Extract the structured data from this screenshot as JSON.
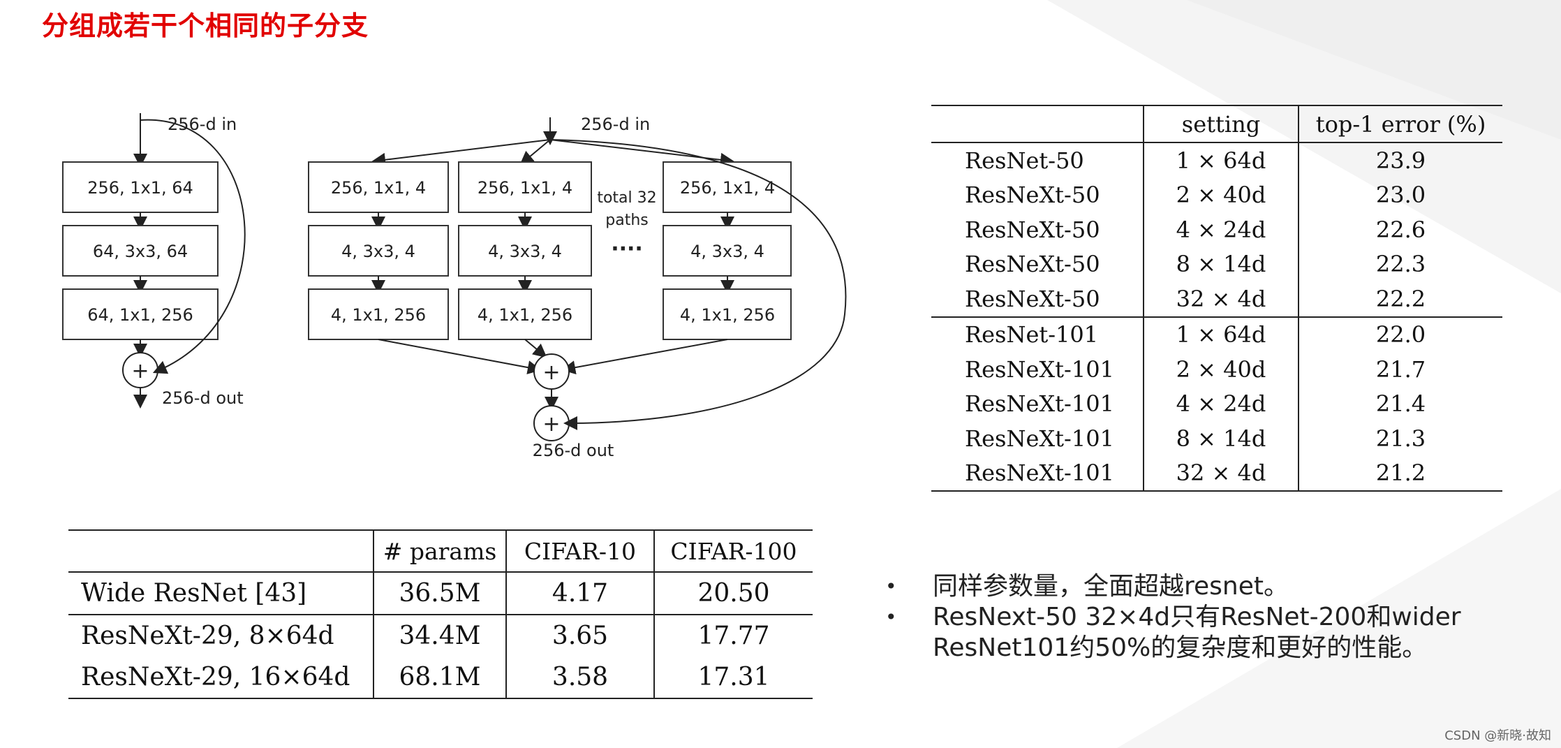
{
  "slide": {
    "title": "分组成若干个相同的子分支",
    "watermark": "CSDN @新晓·故知"
  },
  "diagram_left": {
    "input_label": "256-d in",
    "output_label": "256-d out",
    "blocks": [
      "256, 1x1, 64",
      "64, 3x3, 64",
      "64, 1x1, 256"
    ],
    "plus_symbol": "+"
  },
  "diagram_right": {
    "input_label": "256-d in",
    "output_label": "256-d out",
    "path_blocks": [
      "256, 1x1, 4",
      "4, 3x3, 4",
      "4, 1x1, 256"
    ],
    "paths_note_line1": "total 32",
    "paths_note_line2": "paths",
    "ellipsis": "····",
    "plus_symbol": "+"
  },
  "table_top_right": {
    "headers": [
      "",
      "setting",
      "top-1 error (%)"
    ],
    "rows": [
      {
        "model": "ResNet-50",
        "setting": "1 × 64d",
        "error": "23.9",
        "bold": false
      },
      {
        "model": "ResNeXt-50",
        "setting": "2 × 40d",
        "error": "23.0",
        "bold": false
      },
      {
        "model": "ResNeXt-50",
        "setting": "4 × 24d",
        "error": "22.6",
        "bold": false
      },
      {
        "model": "ResNeXt-50",
        "setting": "8 × 14d",
        "error": "22.3",
        "bold": false
      },
      {
        "model": "ResNeXt-50",
        "setting": "32 × 4d",
        "error": "22.2",
        "bold": true
      },
      {
        "model": "ResNet-101",
        "setting": "1 × 64d",
        "error": "22.0",
        "bold": false
      },
      {
        "model": "ResNeXt-101",
        "setting": "2 × 40d",
        "error": "21.7",
        "bold": false
      },
      {
        "model": "ResNeXt-101",
        "setting": "4 × 24d",
        "error": "21.4",
        "bold": false
      },
      {
        "model": "ResNeXt-101",
        "setting": "8 × 14d",
        "error": "21.3",
        "bold": false
      },
      {
        "model": "ResNeXt-101",
        "setting": "32 × 4d",
        "error": "21.2",
        "bold": true
      }
    ]
  },
  "table_bottom_left": {
    "headers": [
      "",
      "# params",
      "CIFAR-10",
      "CIFAR-100"
    ],
    "rows": [
      {
        "model": "Wide ResNet [43]",
        "params": "36.5M",
        "cifar10": "4.17",
        "cifar100": "20.50",
        "bold": false
      },
      {
        "model": "ResNeXt-29, 8×64d",
        "params": "34.4M",
        "cifar10": "3.65",
        "cifar100": "17.77",
        "bold": false
      },
      {
        "model": "ResNeXt-29, 16×64d",
        "params": "68.1M",
        "cifar10": "3.58",
        "cifar100": "17.31",
        "bold": true
      }
    ]
  },
  "notes": {
    "bullet_symbol": "•",
    "items": [
      {
        "line1": "同样参数量，全面超越resnet。",
        "line2": ""
      },
      {
        "line1": "ResNext-50 32×4d只有ResNet-200和wider",
        "line2": "ResNet101约50%的复杂度和更好的性能。"
      }
    ]
  }
}
